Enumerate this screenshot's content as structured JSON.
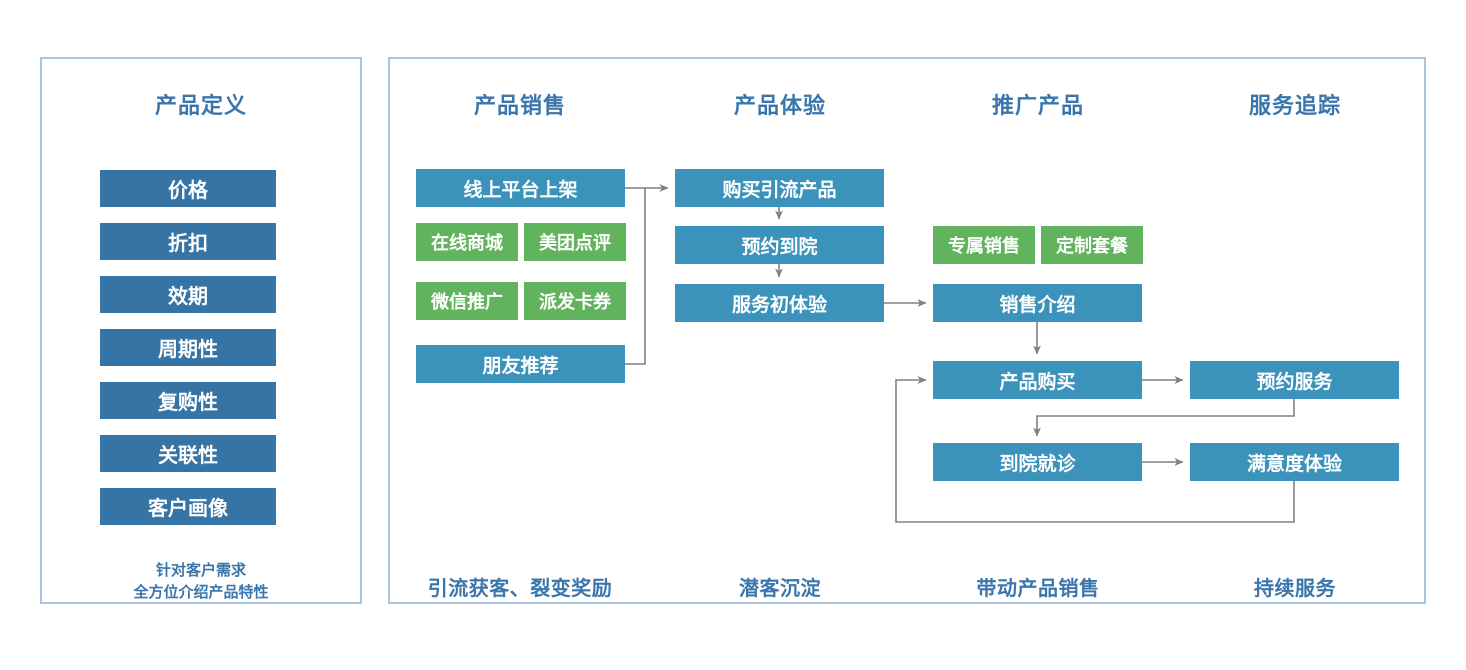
{
  "left_panel": {
    "title": "产品定义",
    "items": [
      {
        "label": "价格"
      },
      {
        "label": "折扣"
      },
      {
        "label": "效期"
      },
      {
        "label": "周期性"
      },
      {
        "label": "复购性"
      },
      {
        "label": "关联性"
      },
      {
        "label": "客户画像"
      }
    ],
    "caption": "针对客户需求\n全方位介绍产品特性"
  },
  "right_panel": {
    "headers": [
      {
        "label": "产品销售"
      },
      {
        "label": "产品体验"
      },
      {
        "label": "推广产品"
      },
      {
        "label": "服务追踪"
      }
    ],
    "footers": [
      {
        "label": "引流获客、裂变奖励"
      },
      {
        "label": "潜客沉淀"
      },
      {
        "label": "带动产品销售"
      },
      {
        "label": "持续服务"
      }
    ],
    "nodes": {
      "online_listing": "线上平台上架",
      "online_mall": "在线商城",
      "meituan_review": "美团点评",
      "wechat_promo": "微信推广",
      "card_coupon": "派发卡券",
      "friend_referral": "朋友推荐",
      "buy_traffic_product": "购买引流产品",
      "book_visit": "预约到院",
      "first_service": "服务初体验",
      "dedicated_sales": "专属销售",
      "custom_package": "定制套餐",
      "sales_intro": "销售介绍",
      "product_purchase": "产品购买",
      "book_service": "预约服务",
      "clinic_visit": "到院就诊",
      "satisfaction": "满意度体验"
    }
  },
  "colors": {
    "panel_border": "#a8c4e0",
    "header_text": "#3a76ab",
    "node_blue_dark": "#3574a5",
    "node_blue": "#3b92bb",
    "node_green": "#62b35e",
    "connector": "#808080"
  }
}
